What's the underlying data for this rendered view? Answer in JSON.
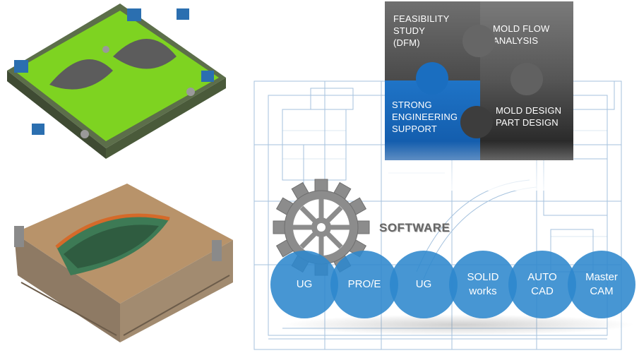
{
  "puzzle": {
    "feasibility": "FEASIBILITY\nSTUDY\n(DFM)",
    "mold_flow": "MOLD FLOW\nANALYSIS",
    "engineering": "STRONG\nENGINEERING\nSUPPORT",
    "design": "MOLD DESIGN\nPART DESIGN"
  },
  "software_label": "SOFTWARE",
  "software_items": [
    "UG",
    "PRO/E",
    "UG",
    "SOLID\nworks",
    "AUTO\nCAD",
    "Master\nCAM"
  ],
  "colors": {
    "puzzle_gray": "#5a5a5a",
    "puzzle_blue": "#1565b8",
    "circle_blue": "#2d87cd",
    "gear_gray": "#8c8c8c",
    "mold_green": "#7ed321",
    "mold_tan": "#b8936a"
  },
  "icons": [
    "gear-icon",
    "mold-render-image",
    "blueprint-drawing-image"
  ]
}
